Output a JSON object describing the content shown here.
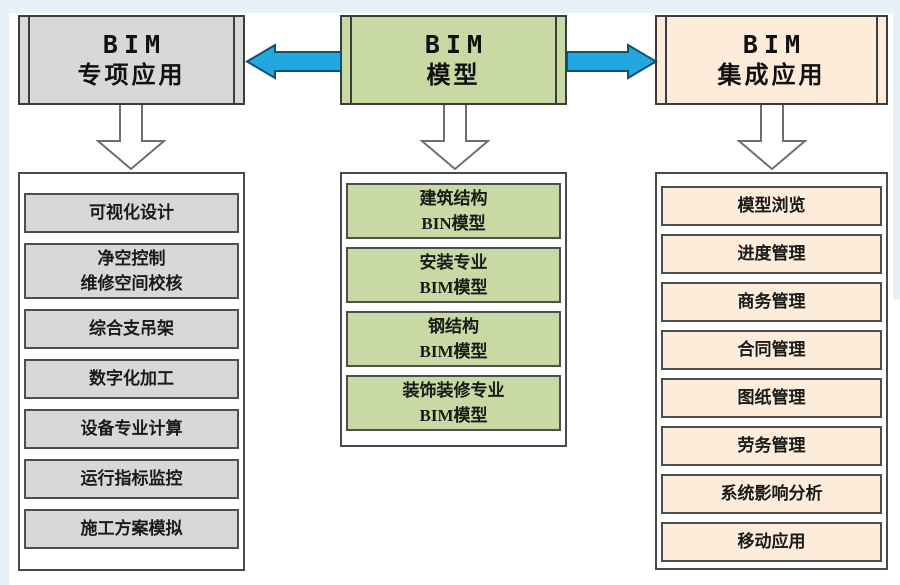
{
  "colors": {
    "arrow_blue": "#22a7e0",
    "arrow_blue_border": "#11506e",
    "gray_fill": "#d8d8d8",
    "green_fill": "#c9d9a3",
    "cream_fill": "#fdecda",
    "border_dark": "#3c3c3c",
    "page_edge_blue": "#e7f1f8"
  },
  "icons": {
    "down_arrow": "white outlined downward flow arrow",
    "left_arrow": "solid blue arrow pointing left",
    "right_arrow": "solid blue arrow pointing right"
  },
  "columns": [
    {
      "id": "bim-special-applications",
      "header": {
        "line1": "BIM",
        "line2": "专项应用"
      },
      "items": [
        {
          "lines": [
            "可视化设计"
          ]
        },
        {
          "lines": [
            "净空控制",
            "维修空间校核"
          ]
        },
        {
          "lines": [
            "综合支吊架"
          ]
        },
        {
          "lines": [
            "数字化加工"
          ]
        },
        {
          "lines": [
            "设备专业计算"
          ]
        },
        {
          "lines": [
            "运行指标监控"
          ]
        },
        {
          "lines": [
            "施工方案模拟"
          ]
        }
      ]
    },
    {
      "id": "bim-model",
      "header": {
        "line1": "BIM",
        "line2": "模型"
      },
      "items": [
        {
          "lines": [
            "建筑结构",
            "BIN模型"
          ]
        },
        {
          "lines": [
            "安装专业",
            "BIM模型"
          ]
        },
        {
          "lines": [
            "钢结构",
            "BIM模型"
          ]
        },
        {
          "lines": [
            "装饰装修专业",
            "BIM模型"
          ]
        }
      ]
    },
    {
      "id": "bim-integrated-applications",
      "header": {
        "line1": "BIM",
        "line2": "集成应用"
      },
      "items": [
        {
          "lines": [
            "模型浏览"
          ]
        },
        {
          "lines": [
            "进度管理"
          ]
        },
        {
          "lines": [
            "商务管理"
          ]
        },
        {
          "lines": [
            "合同管理"
          ]
        },
        {
          "lines": [
            "图纸管理"
          ]
        },
        {
          "lines": [
            "劳务管理"
          ]
        },
        {
          "lines": [
            "系统影响分析"
          ]
        },
        {
          "lines": [
            "移动应用"
          ]
        }
      ]
    }
  ]
}
